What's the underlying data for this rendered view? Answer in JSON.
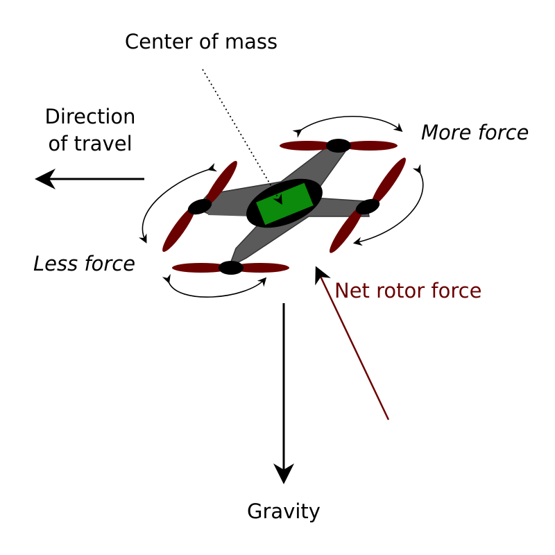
{
  "labels": {
    "center_of_mass": "Center of mass",
    "direction_line1": "Direction",
    "direction_line2": "of travel",
    "more_force": "More force",
    "less_force": "Less force",
    "net_rotor_force": "Net rotor force",
    "gravity": "Gravity"
  },
  "colors": {
    "rotor": "#6b0000",
    "frame": "#555555",
    "body": "#0b8a0b",
    "net_force_arrow": "#6b0000",
    "text": "#000000"
  }
}
